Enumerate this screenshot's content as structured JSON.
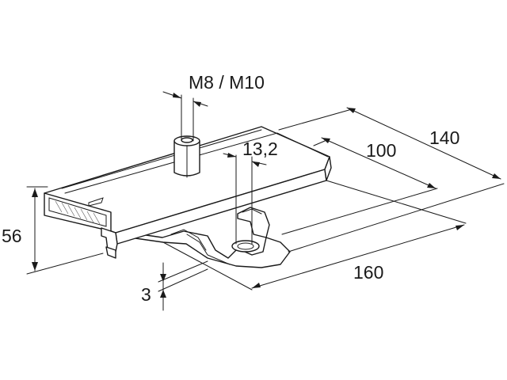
{
  "dimensions": {
    "thread": "M8 / M10",
    "hole": "13,2",
    "width_total": "140",
    "width_inner": "100",
    "length": "160",
    "height": "56",
    "thickness": "3"
  }
}
